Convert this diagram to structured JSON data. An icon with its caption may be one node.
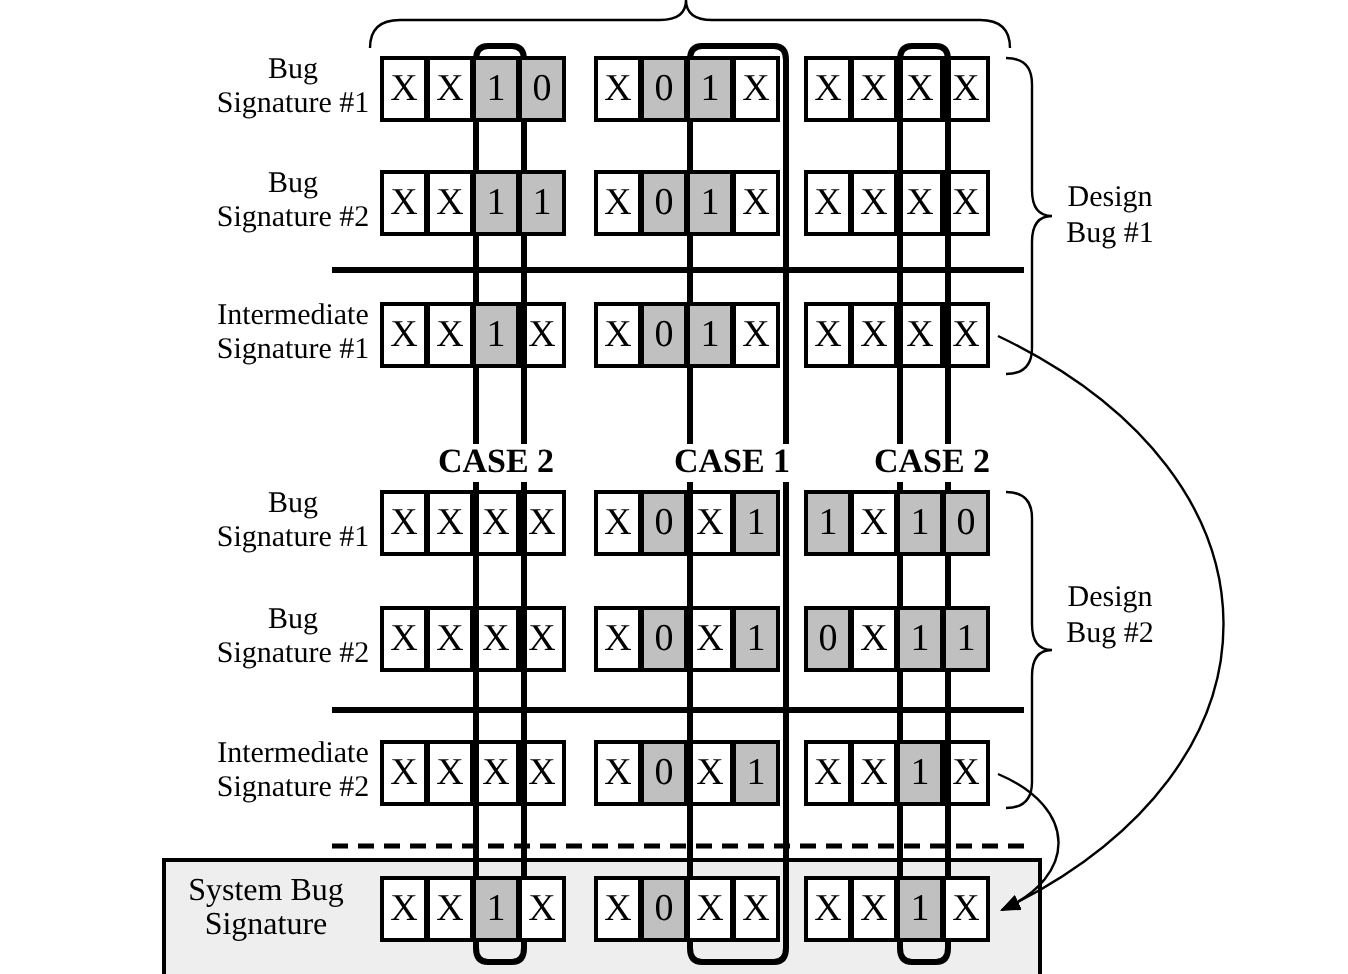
{
  "diagram": {
    "nodes": [
      {
        "text": [
          "Bug Signature #1"
        ]
      },
      {
        "text": [
          "Bug Signature #2"
        ]
      },
      {
        "text": [
          "Intermediate Signature #1"
        ]
      },
      {
        "text": [
          "Bug Signature #1"
        ]
      },
      {
        "text": [
          "Bug Signature #2"
        ]
      },
      {
        "text": [
          "Intermediate Signature #2"
        ]
      },
      {
        "text": [
          "System Bug Signature"
        ]
      }
    ],
    "edges": [
      {
        "from": 2,
        "to": 6,
        "arrow": "to"
      },
      {
        "from": 5,
        "to": 6,
        "arrow": "to"
      }
    ],
    "labels": [
      "X",
      "X",
      "1",
      "0",
      "X",
      "0",
      "1",
      "X",
      "X",
      "X",
      "X",
      "X",
      "Design Bug #1",
      "X",
      "X",
      "1",
      "1",
      "X",
      "0",
      "1",
      "X",
      "X",
      "X",
      "X",
      "X",
      "X",
      "X",
      "1",
      "X",
      "X",
      "0",
      "1",
      "X",
      "X",
      "X",
      "X",
      "X",
      "CASE 2",
      "CASE 1",
      "CASE 2",
      "X",
      "X",
      "X",
      "X",
      "X",
      "0",
      "X",
      "1",
      "1",
      "X",
      "1",
      "0",
      "Design Bug #2",
      "X",
      "X",
      "X",
      "X",
      "X",
      "0",
      "X",
      "1",
      "0",
      "X",
      "1",
      "1",
      "X",
      "X",
      "X",
      "X",
      "X",
      "0",
      "X",
      "1",
      "X",
      "X",
      "1",
      "X",
      "X",
      "X",
      "1",
      "X",
      "X",
      "0",
      "X",
      "X",
      "X",
      "X",
      "1",
      "X"
    ]
  }
}
